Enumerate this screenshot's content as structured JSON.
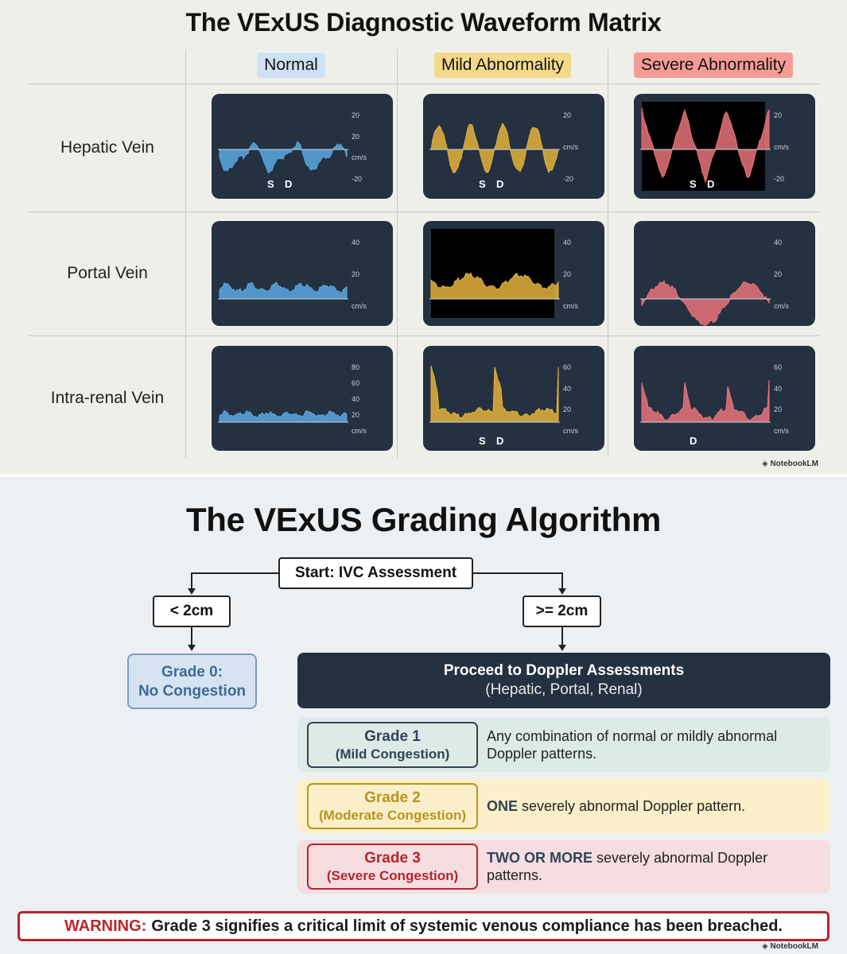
{
  "matrix": {
    "title": "The VExUS Diagnostic Waveform Matrix",
    "columns": [
      {
        "label": "Normal",
        "bg": "#cfe2f5",
        "color": "#5aa7e0"
      },
      {
        "label": "Mild Abnormality",
        "bg": "#f5d98a",
        "color": "#e3b33c"
      },
      {
        "label": "Severe Abnormality",
        "bg": "#f59c98",
        "color": "#e8737a"
      }
    ],
    "rows": [
      {
        "label": "Hepatic Vein",
        "cells": [
          {
            "pattern": "normal-hepatic",
            "ticks": [
              "20",
              "20",
              "cm/s",
              "-20"
            ],
            "markers": [
              "S",
              "D"
            ]
          },
          {
            "pattern": "mild-hepatic",
            "ticks": [
              "20",
              "cm/s",
              "-20"
            ],
            "markers": [
              "S",
              "D"
            ]
          },
          {
            "pattern": "severe-hepatic",
            "ticks": [
              "20",
              "cm/s",
              "-20"
            ],
            "markers": [
              "S",
              "D"
            ]
          }
        ]
      },
      {
        "label": "Portal Vein",
        "cells": [
          {
            "pattern": "normal-portal",
            "ticks": [
              "40",
              "20",
              "cm/s"
            ],
            "markers": []
          },
          {
            "pattern": "mild-portal",
            "ticks": [
              "40",
              "20",
              "cm/s"
            ],
            "markers": []
          },
          {
            "pattern": "severe-portal",
            "ticks": [
              "40",
              "20",
              "cm/s"
            ],
            "markers": []
          }
        ]
      },
      {
        "label": "Intra-renal Vein",
        "cells": [
          {
            "pattern": "normal-renal",
            "ticks": [
              "80",
              "60",
              "40",
              "20",
              "cm/s"
            ],
            "markers": []
          },
          {
            "pattern": "mild-renal",
            "ticks": [
              "60",
              "40",
              "20",
              "cm/s"
            ],
            "markers": [
              "S",
              "D"
            ]
          },
          {
            "pattern": "severe-renal",
            "ticks": [
              "60",
              "40",
              "20",
              "cm/s"
            ],
            "markers": [
              "D"
            ]
          }
        ]
      }
    ],
    "watermark": "NotebookLM"
  },
  "algorithm": {
    "title": "The VExUS Grading Algorithm",
    "start": "Start: IVC Assessment",
    "branch_left": "< 2cm",
    "branch_right": ">= 2cm",
    "grade0": {
      "line1": "Grade 0:",
      "line2": "No Congestion"
    },
    "doppler": {
      "line1": "Proceed to Doppler Assessments",
      "line2": "(Hepatic, Portal, Renal)"
    },
    "grades": [
      {
        "name": "Grade 1",
        "sub": "(Mild Congestion)",
        "emph": "",
        "desc": "Any combination of normal or mildly abnormal Doppler patterns.",
        "band": "#dcebe6",
        "border": "#2f4457",
        "text": "#2f4457"
      },
      {
        "name": "Grade 2",
        "sub": "(Moderate Congestion)",
        "emph": "ONE",
        "desc": " severely abnormal Doppler pattern.",
        "band": "#fbefc9",
        "border": "#b8941e",
        "text": "#b8941e"
      },
      {
        "name": "Grade 3",
        "sub": "(Severe Congestion)",
        "emph": "TWO OR MORE",
        "desc": " severely abnormal Doppler patterns.",
        "band": "#f6dde0",
        "border": "#b3262b",
        "text": "#b3262b"
      }
    ],
    "warning": {
      "label": "WARNING:",
      "text": "Grade 3 signifies a critical limit of systemic venous compliance has been breached."
    },
    "watermark": "NotebookLM",
    "colors": {
      "grade0_text": "#3f6a96",
      "doppler_bg": "#243140",
      "warning_border": "#b3262b",
      "emph": "#2f4457"
    }
  }
}
